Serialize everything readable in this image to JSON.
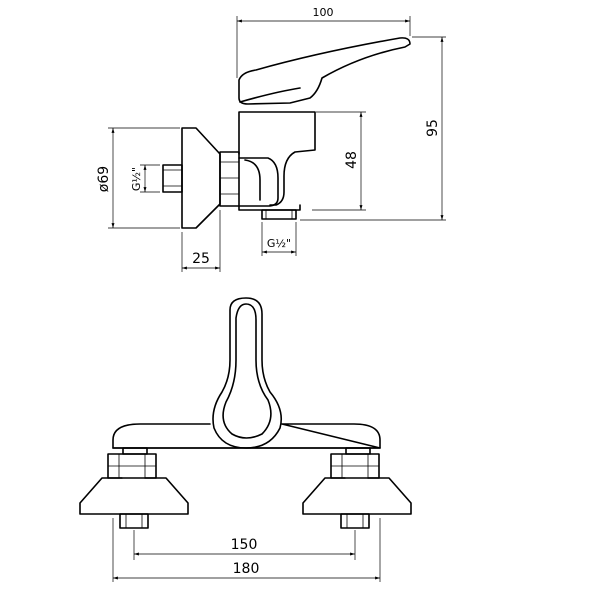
{
  "dimensions": {
    "length": "100",
    "total_height": "95",
    "body_height": "48",
    "flange_diameter": "ø69",
    "flange_depth": "25",
    "inlet_spacing": "150",
    "overall_width": "180"
  },
  "threads": {
    "inlet_thread_side": "G½\"",
    "outlet_thread": "G½\""
  }
}
